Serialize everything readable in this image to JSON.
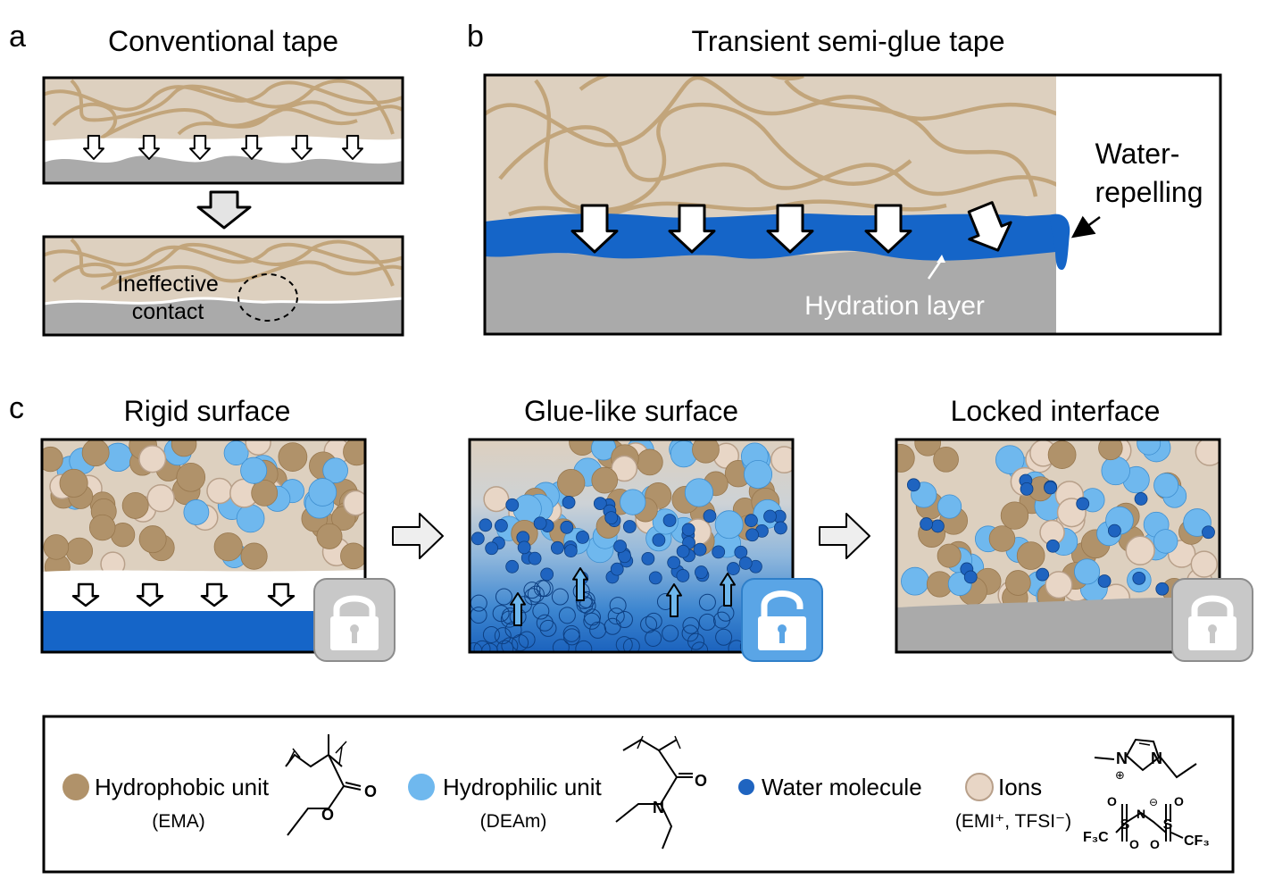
{
  "panel_a": {
    "letter": "a",
    "title": "Conventional tape",
    "annotation_line1": "Ineffective",
    "annotation_line2": "contact"
  },
  "panel_b": {
    "letter": "b",
    "title": "Transient semi-glue tape",
    "label_water_1": "Water-",
    "label_water_2": "repelling",
    "label_hydration": "Hydration layer"
  },
  "panel_c": {
    "letter": "c",
    "state1": "Rigid surface",
    "state2": "Glue-like surface",
    "state3": "Locked interface"
  },
  "legend": {
    "hydrophobic": {
      "label": "Hydrophobic unit",
      "sub": "(EMA)",
      "color": "#b0926a"
    },
    "hydrophilic": {
      "label": "Hydrophilic unit",
      "sub": "(DEAm)",
      "color": "#6fb8ee"
    },
    "water": {
      "label": "Water molecule",
      "color": "#1f64c0"
    },
    "ions": {
      "label": "Ions",
      "sub": "(EMI⁺, TFSI⁻)",
      "color": "#e8d6c6"
    },
    "chem_labels": {
      "O": "O",
      "N": "N",
      "S": "S",
      "CF3": "CF₃",
      "F3C": "F₃C",
      "plus": "⊕",
      "minus": "⊖"
    }
  },
  "colors": {
    "tape": "#ddd0bf",
    "fiber": "#c2a57b",
    "substrate": "#aaaaaa",
    "water_layer": "#1565c8",
    "lock_gray": "#c8c8c8",
    "lock_blue": "#5aa5e6"
  }
}
